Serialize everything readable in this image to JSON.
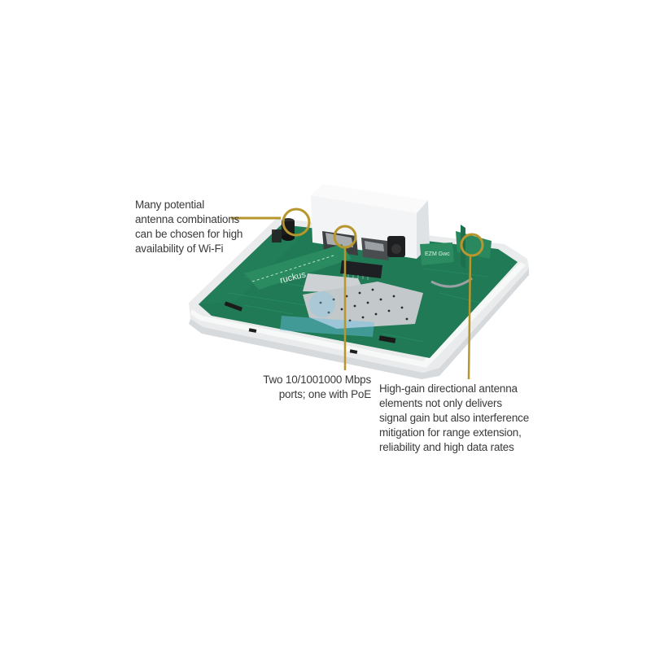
{
  "image": {
    "subject": "Wi-Fi access point circuit board in white enclosure",
    "board_brand_label": "ruckus",
    "accent_color": "#b8962e",
    "board_color": "#1f7a55",
    "enclosure_color": "#f1f2f3"
  },
  "callouts": [
    {
      "id": "antenna-combinations",
      "lines": [
        "Many potential",
        "antenna combinations",
        "can be chosen for high",
        "availability of Wi-Fi"
      ]
    },
    {
      "id": "ethernet-ports",
      "lines": [
        "Two 10/1001000 Mbps",
        "ports;  one with PoE"
      ]
    },
    {
      "id": "directional-antenna",
      "lines": [
        "High-gain directional antenna",
        "elements not only delivers",
        "signal gain but also interference",
        "mitigation for range extension,",
        "reliability and high data rates"
      ]
    }
  ]
}
